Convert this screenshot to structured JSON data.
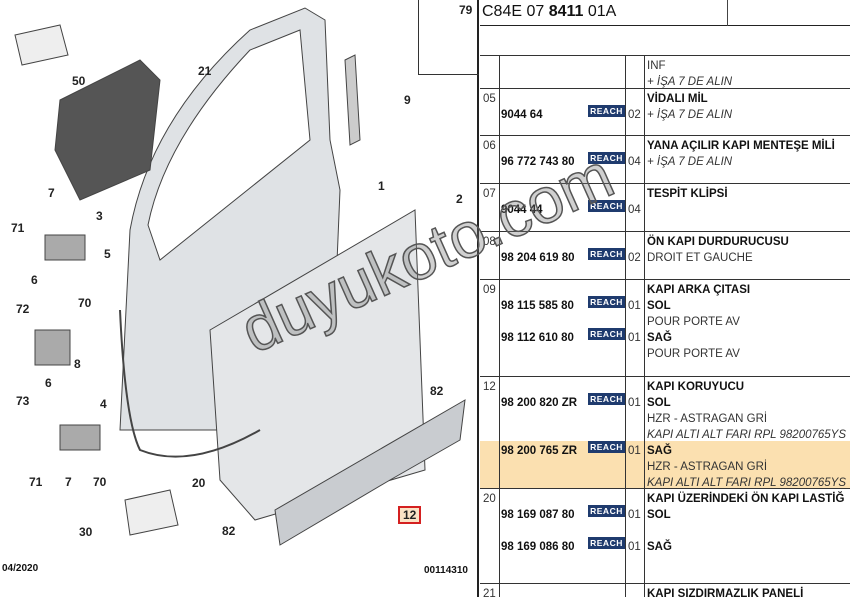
{
  "document_code": {
    "prefix": "C84E 07 ",
    "bold": "8411",
    "suffix": " 01A"
  },
  "diagram": {
    "callouts": [
      "50",
      "21",
      "9",
      "1",
      "2",
      "7",
      "3",
      "71",
      "5",
      "6",
      "70",
      "72",
      "8",
      "73",
      "6",
      "4",
      "71",
      "7",
      "70",
      "20",
      "82",
      "82",
      "30",
      "12",
      "79"
    ],
    "date": "04/2020",
    "ref": "00114310",
    "highlighted_callout": "12"
  },
  "watermark": "duyukoto.com",
  "badge": "REACH",
  "rows": [
    {
      "idx": "",
      "lines": [
        {
          "t": "INF",
          "s": ""
        },
        {
          "t": "+ İŞA 7 DE ALIN",
          "s": "i"
        }
      ],
      "parts": []
    },
    {
      "idx": "05",
      "lines": [
        {
          "t": "VİDALI MİL",
          "s": "b"
        },
        {
          "t": "+ İŞA 7 DE ALIN",
          "s": "i"
        }
      ],
      "parts": [
        {
          "ref": "9044 64",
          "qty": "02"
        }
      ]
    },
    {
      "idx": "06",
      "lines": [
        {
          "t": "YANA AÇILIR KAPI MENTEŞE MİLİ",
          "s": "b"
        },
        {
          "t": "+ İŞA 7 DE ALIN",
          "s": "i"
        }
      ],
      "parts": [
        {
          "ref": "96 772 743 80",
          "qty": "04"
        }
      ]
    },
    {
      "idx": "07",
      "lines": [
        {
          "t": "TESPİT KLİPSİ",
          "s": "b"
        }
      ],
      "parts": [
        {
          "ref": "9044 44",
          "qty": "04"
        }
      ]
    },
    {
      "idx": "08",
      "lines": [
        {
          "t": "ÖN KAPI DURDURUCUSU",
          "s": "b"
        },
        {
          "t": "DROIT ET GAUCHE",
          "s": ""
        }
      ],
      "parts": [
        {
          "ref": "98 204 619 80",
          "qty": "02"
        }
      ]
    },
    {
      "idx": "09",
      "lines": [
        {
          "t": "KAPI ARKA ÇITASI",
          "s": "b"
        },
        {
          "t": "SOL",
          "s": "b"
        },
        {
          "t": "POUR PORTE AV",
          "s": ""
        },
        {
          "t": "SAĞ",
          "s": "b"
        },
        {
          "t": "POUR PORTE AV",
          "s": ""
        }
      ],
      "parts": [
        {
          "ref": "98 115 585 80",
          "qty": "01"
        },
        {
          "ref": "98 112 610 80",
          "qty": "01"
        }
      ]
    },
    {
      "idx": "12",
      "lines": [
        {
          "t": "KAPI KORUYUCU",
          "s": "b"
        },
        {
          "t": "SOL",
          "s": "b"
        },
        {
          "t": "HZR - ASTRAGAN GRİ",
          "s": ""
        },
        {
          "t": "KAPI ALTI ALT FARI RPL 98200765YS",
          "s": "i"
        },
        {
          "t": "SAĞ",
          "s": "b"
        },
        {
          "t": "HZR - ASTRAGAN GRİ",
          "s": ""
        },
        {
          "t": "KAPI ALTI ALT FARI RPL 98200765YS",
          "s": "i"
        }
      ],
      "parts": [
        {
          "ref": "98 200 820 ZR",
          "qty": "01"
        },
        {
          "ref": "98 200 765 ZR",
          "qty": "01"
        }
      ]
    },
    {
      "idx": "20",
      "lines": [
        {
          "t": "KAPI ÜZERİNDEKİ ÖN KAPI LASTİĞ",
          "s": "b"
        },
        {
          "t": "SOL",
          "s": "b"
        },
        {
          "t": "",
          "s": ""
        },
        {
          "t": "SAĞ",
          "s": "b"
        }
      ],
      "parts": [
        {
          "ref": "98 169 087 80",
          "qty": "01"
        },
        {
          "ref": "98 169 086 80",
          "qty": "01"
        }
      ]
    },
    {
      "idx": "21",
      "lines": [
        {
          "t": "KAPI SIZDIRMAZLIK PANELİ",
          "s": "b"
        }
      ],
      "parts": []
    }
  ],
  "highlight_color": "#fbe0b0"
}
